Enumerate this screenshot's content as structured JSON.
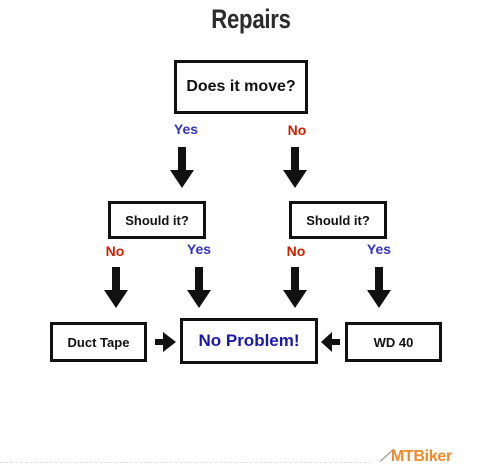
{
  "title": "Repairs",
  "nodes": {
    "root": "Does it move?",
    "left_question": "Should it?",
    "right_question": "Should it?",
    "duct_tape": "Duct Tape",
    "no_problem": "No Problem!",
    "wd40": "WD 40"
  },
  "edge_labels": {
    "root_yes": "Yes",
    "root_no": "No",
    "left_no": "No",
    "left_yes": "Yes",
    "right_no": "No",
    "right_yes": "Yes"
  },
  "watermark": "MTBiker",
  "colors": {
    "yes": "#3333bb",
    "no": "#cc2200",
    "no_problem_text": "#1a1aaa"
  }
}
